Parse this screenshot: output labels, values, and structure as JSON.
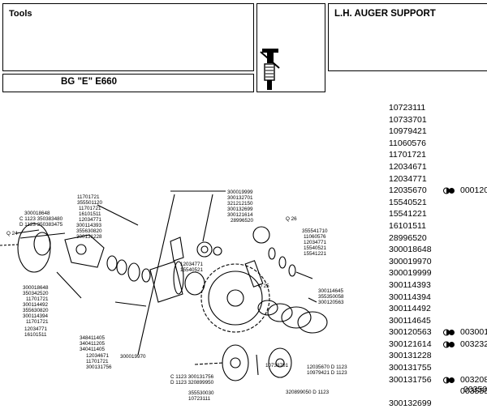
{
  "header": {
    "tools_label": "Tools",
    "model_label": "BG \"E\" E660",
    "section_title": "L.H. AUGER SUPPORT",
    "tool_icon": "press-fit-tool-icon"
  },
  "diagram": {
    "labels": {
      "q24": "Q 24",
      "q26": "Q 26",
      "q25": "Q 25",
      "g1": [
        "300018648",
        "C 1123 350383480",
        "D 1123 350383475"
      ],
      "g2": [
        "11701721",
        "355501120",
        "11701721",
        "16101511",
        "12034771",
        "300114393",
        "355630820",
        "300131228"
      ],
      "g3": [
        "300019999",
        "300132701",
        "321212150",
        "300132699",
        "300121614",
        "28996520"
      ],
      "g4": [
        "355541710",
        "11060576",
        "12034771",
        "15540521",
        "15541221"
      ],
      "g5": [
        "12034771",
        "15540521"
      ],
      "g6": [
        "300018648",
        "350342520",
        "11701721",
        "300114492",
        "355630820",
        "300114394",
        "11701721"
      ],
      "g7": [
        "12034771",
        "16101511"
      ],
      "g8": [
        "348411405",
        "340411205",
        "340411405"
      ],
      "g9": [
        "12034671",
        "11701721",
        "300131756"
      ],
      "g10": [
        "300114645",
        "355350058",
        "300120563"
      ],
      "g11": [
        "300019970"
      ],
      "g12": [
        "C 1123 300131756",
        "D 1123 320899950"
      ],
      "g13": [
        "355530030",
        "10723111"
      ],
      "g14": [
        "10733701"
      ],
      "g15": [
        "12035670 D 1123",
        "10979421 D 1123"
      ],
      "g16": [
        "320899050 D 1123"
      ]
    }
  },
  "parts_list": [
    {
      "code": "10723111",
      "marker": "",
      "ref": ""
    },
    {
      "code": "10733701",
      "marker": "",
      "ref": ""
    },
    {
      "code": "10979421",
      "marker": "",
      "ref": ""
    },
    {
      "code": "11060576",
      "marker": "",
      "ref": ""
    },
    {
      "code": "11701721",
      "marker": "",
      "ref": ""
    },
    {
      "code": "12034671",
      "marker": "",
      "ref": ""
    },
    {
      "code": "12034771",
      "marker": "",
      "ref": ""
    },
    {
      "code": "12035670",
      "marker": "◐●",
      "ref": "000120"
    },
    {
      "code": "15540521",
      "marker": "",
      "ref": ""
    },
    {
      "code": "15541221",
      "marker": "",
      "ref": ""
    },
    {
      "code": "16101511",
      "marker": "",
      "ref": ""
    },
    {
      "code": "28996520",
      "marker": "",
      "ref": ""
    },
    {
      "code": "300018648",
      "marker": "",
      "ref": ""
    },
    {
      "code": "300019970",
      "marker": "",
      "ref": ""
    },
    {
      "code": "300019999",
      "marker": "",
      "ref": ""
    },
    {
      "code": "300114393",
      "marker": "",
      "ref": ""
    },
    {
      "code": "300114394",
      "marker": "",
      "ref": ""
    },
    {
      "code": "300114492",
      "marker": "",
      "ref": ""
    },
    {
      "code": "300114645",
      "marker": "",
      "ref": ""
    },
    {
      "code": "300120563",
      "marker": "◐●",
      "ref": "003001"
    },
    {
      "code": "300121614",
      "marker": "◐●",
      "ref": "003232"
    },
    {
      "code": "300131228",
      "marker": "",
      "ref": ""
    },
    {
      "code": "300131755",
      "marker": "",
      "ref": ""
    },
    {
      "code": "300131756",
      "marker": "◐●",
      "ref": "003208",
      "ref_b": "00350"
    },
    {
      "code": "",
      "marker": "",
      "ref": "003555"
    },
    {
      "code": "300132699",
      "marker": "",
      "ref": ""
    }
  ]
}
